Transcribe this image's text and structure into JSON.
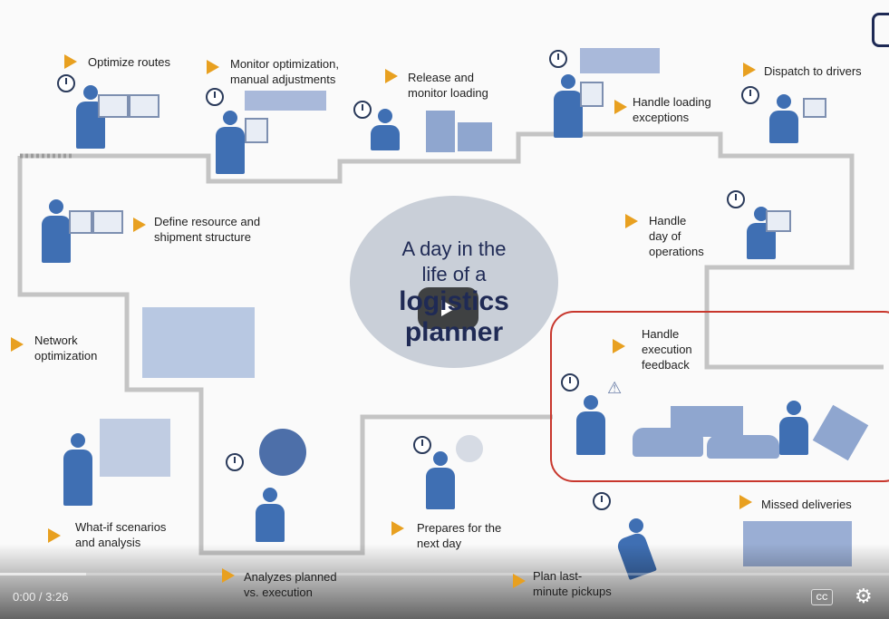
{
  "video": {
    "current_time": "0:00",
    "duration": "3:26",
    "time_display": "0:00 / 3:26",
    "progress_fraction": 0,
    "buffered_fraction": 0.097,
    "cc_label": "CC",
    "settings_icon": "gear-icon",
    "play_icon": "play-icon"
  },
  "center": {
    "line1": "A day in the",
    "line2": "life of a",
    "line3": "logistics",
    "line4": "planner"
  },
  "steps": [
    {
      "label": "Optimize routes"
    },
    {
      "label": "Monitor optimization,\nmanual adjustments"
    },
    {
      "label": "Release and\nmonitor loading"
    },
    {
      "label": "Handle loading\nexceptions"
    },
    {
      "label": "Dispatch to drivers"
    },
    {
      "label": "Define resource and\nshipment structure"
    },
    {
      "label": "Handle\nday of\noperations"
    },
    {
      "label": "Network\noptimization"
    },
    {
      "label": "Handle\nexecution\nfeedback"
    },
    {
      "label": "What-if scenarios\nand analysis"
    },
    {
      "label": "Prepares for the\nnext day"
    },
    {
      "label": "Missed deliveries"
    },
    {
      "label": "Analyzes planned\nvs. execution"
    },
    {
      "label": "Plan last-\nminute pickups"
    }
  ],
  "colors": {
    "accent": "#e8a020",
    "figure": "#3f6fb3",
    "highlight": "#c8372d",
    "path": "#c4c4c4"
  }
}
